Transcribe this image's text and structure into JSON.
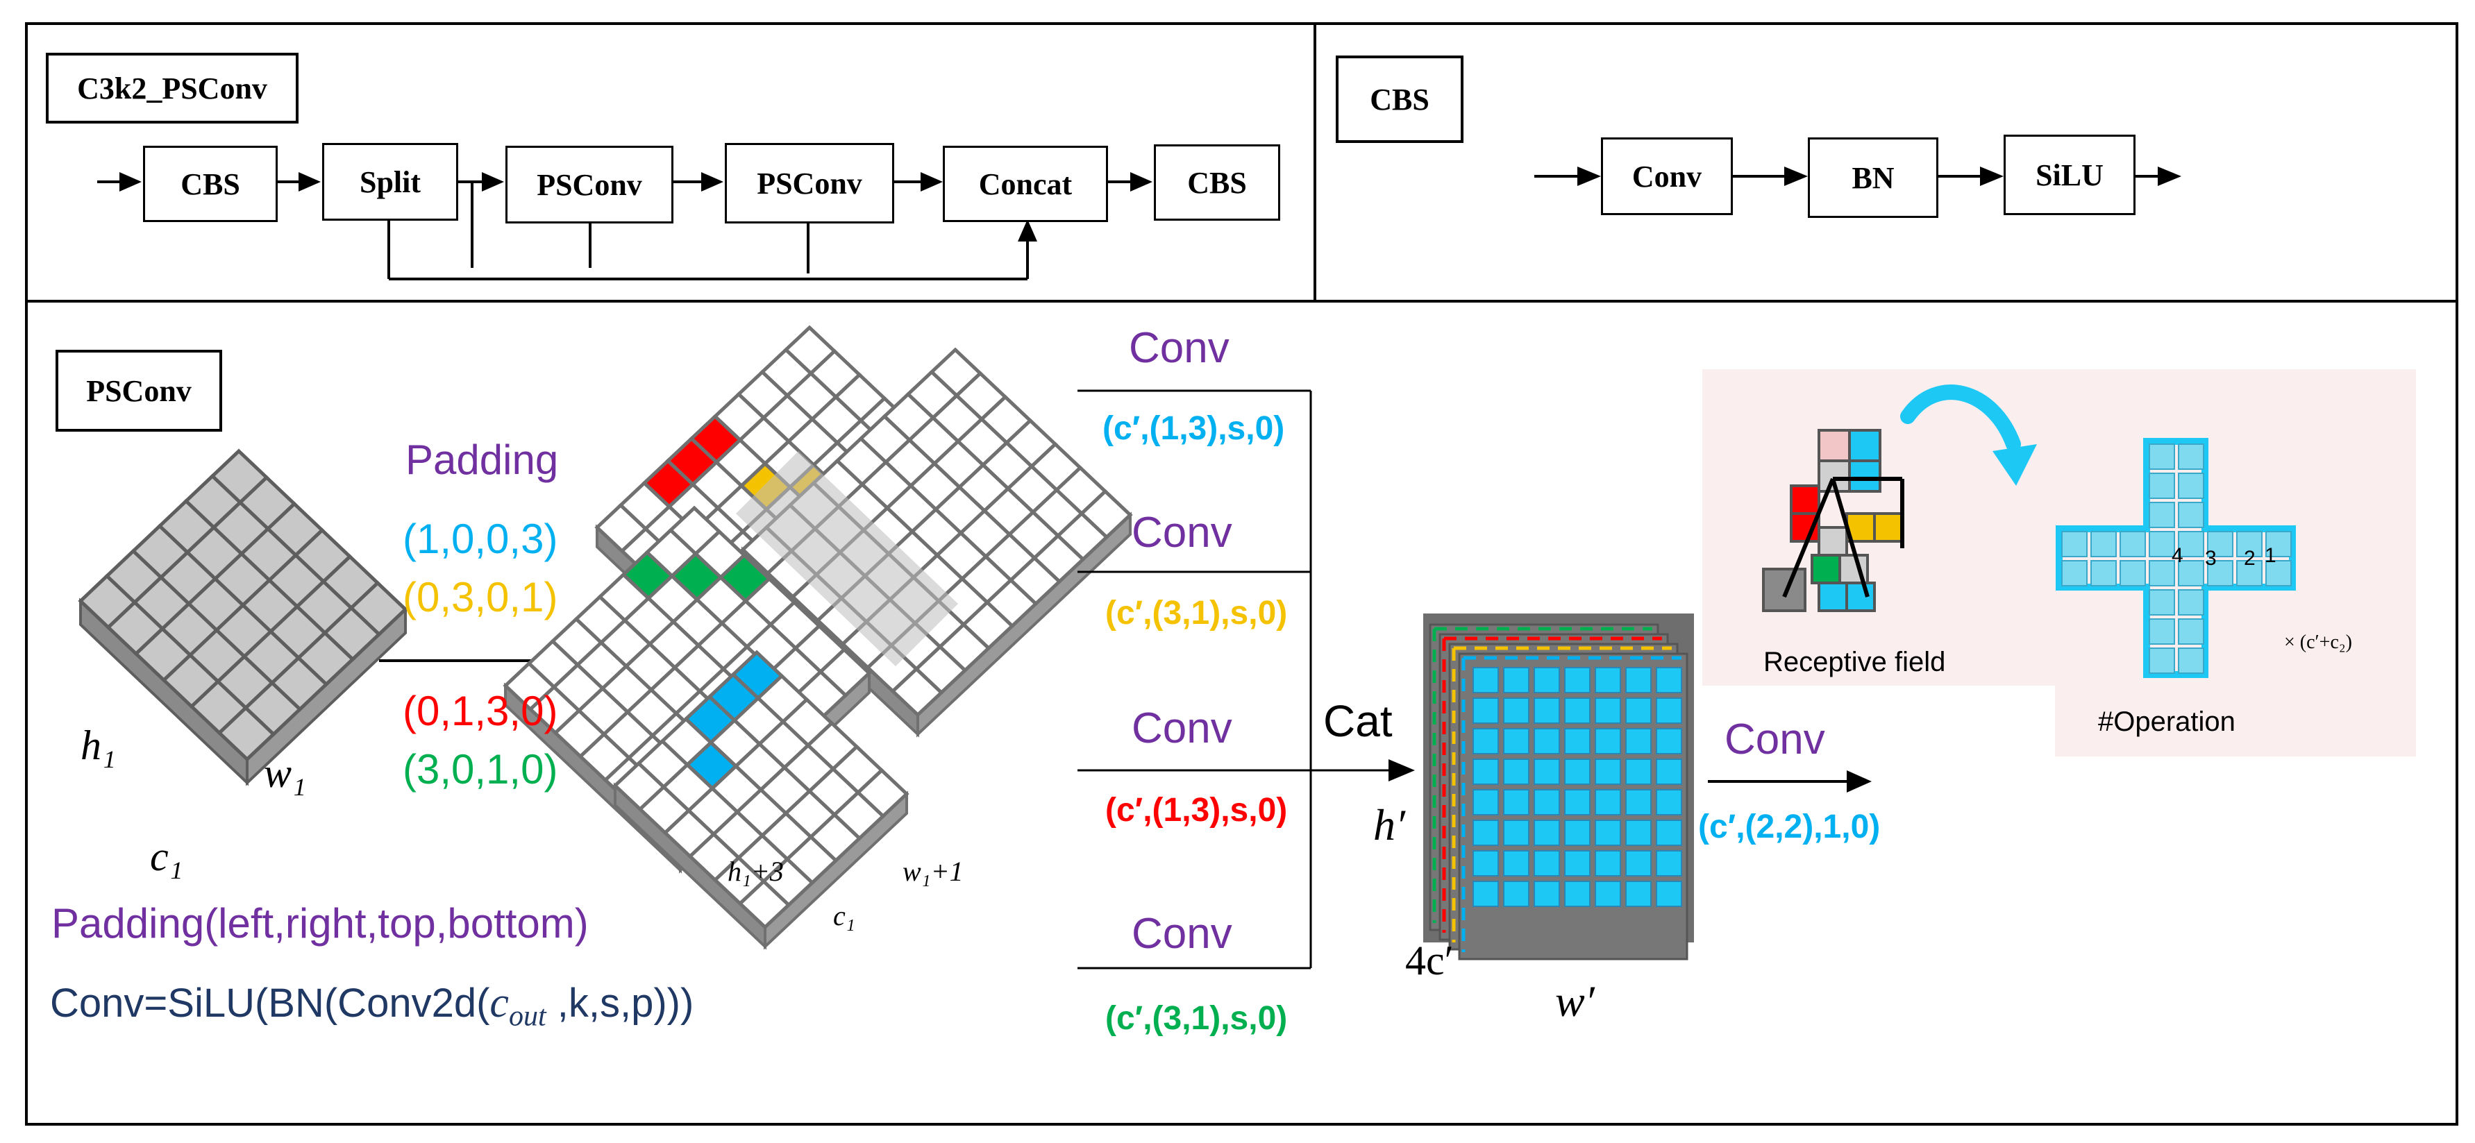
{
  "c3k2": {
    "title": "C3k2_PSConv",
    "blocks": [
      "CBS",
      "Split",
      "PSConv",
      "PSConv",
      "Concat",
      "CBS"
    ]
  },
  "cbs": {
    "title": "CBS",
    "blocks": [
      "Conv",
      "BN",
      "SiLU"
    ]
  },
  "psconv": {
    "title": "PSConv",
    "input": {
      "h": "h₁",
      "w": "w₁",
      "c": "c₁"
    },
    "padding": {
      "label": "Padding",
      "values": [
        "(1,0,0,3)",
        "(0,3,0,1)",
        "(0,1,3,0)",
        "(3,0,1,0)"
      ]
    },
    "padded": {
      "h": "h₁+3",
      "w": "w₁+1",
      "c": "c₁"
    },
    "formula_padding": "Padding(left,right,top,bottom)",
    "formula_conv_prefix": "Conv=SiLU(BN(Conv2d(",
    "formula_conv_var": "c",
    "formula_conv_sub": "out",
    "formula_conv_suffix": " ,k,s,p)))",
    "branches": [
      {
        "label": "Conv",
        "param": "(c′,(1,3),s,0)"
      },
      {
        "label": "Conv",
        "param": "(c′,(3,1),s,0)"
      },
      {
        "label": "Conv",
        "param": "(c′,(1,3),s,0)"
      },
      {
        "label": "Conv",
        "param": "(c′,(3,1),s,0)"
      }
    ],
    "cat_label": "Cat",
    "cube": {
      "h": "h′",
      "w": "w′",
      "c": "4c′"
    },
    "final_conv": {
      "label": "Conv",
      "param": "(c′,(2,2),1,0)"
    },
    "inset": {
      "receptive_label": "Receptive field",
      "operation_label": "#Operation",
      "numbers": [
        "4",
        "3",
        "2",
        "1"
      ],
      "multiplier": "× (c′+c₂)"
    }
  },
  "colors": {
    "purple": "#7030a0",
    "blue": "#00b0f0",
    "yellow": "#f5c200",
    "red": "#ff0000",
    "green": "#00b050",
    "navy": "#1f3864",
    "cyan_fill": "#1ec8f5",
    "grid_gray": "#707070",
    "inset_bg": "#fbeeee"
  }
}
